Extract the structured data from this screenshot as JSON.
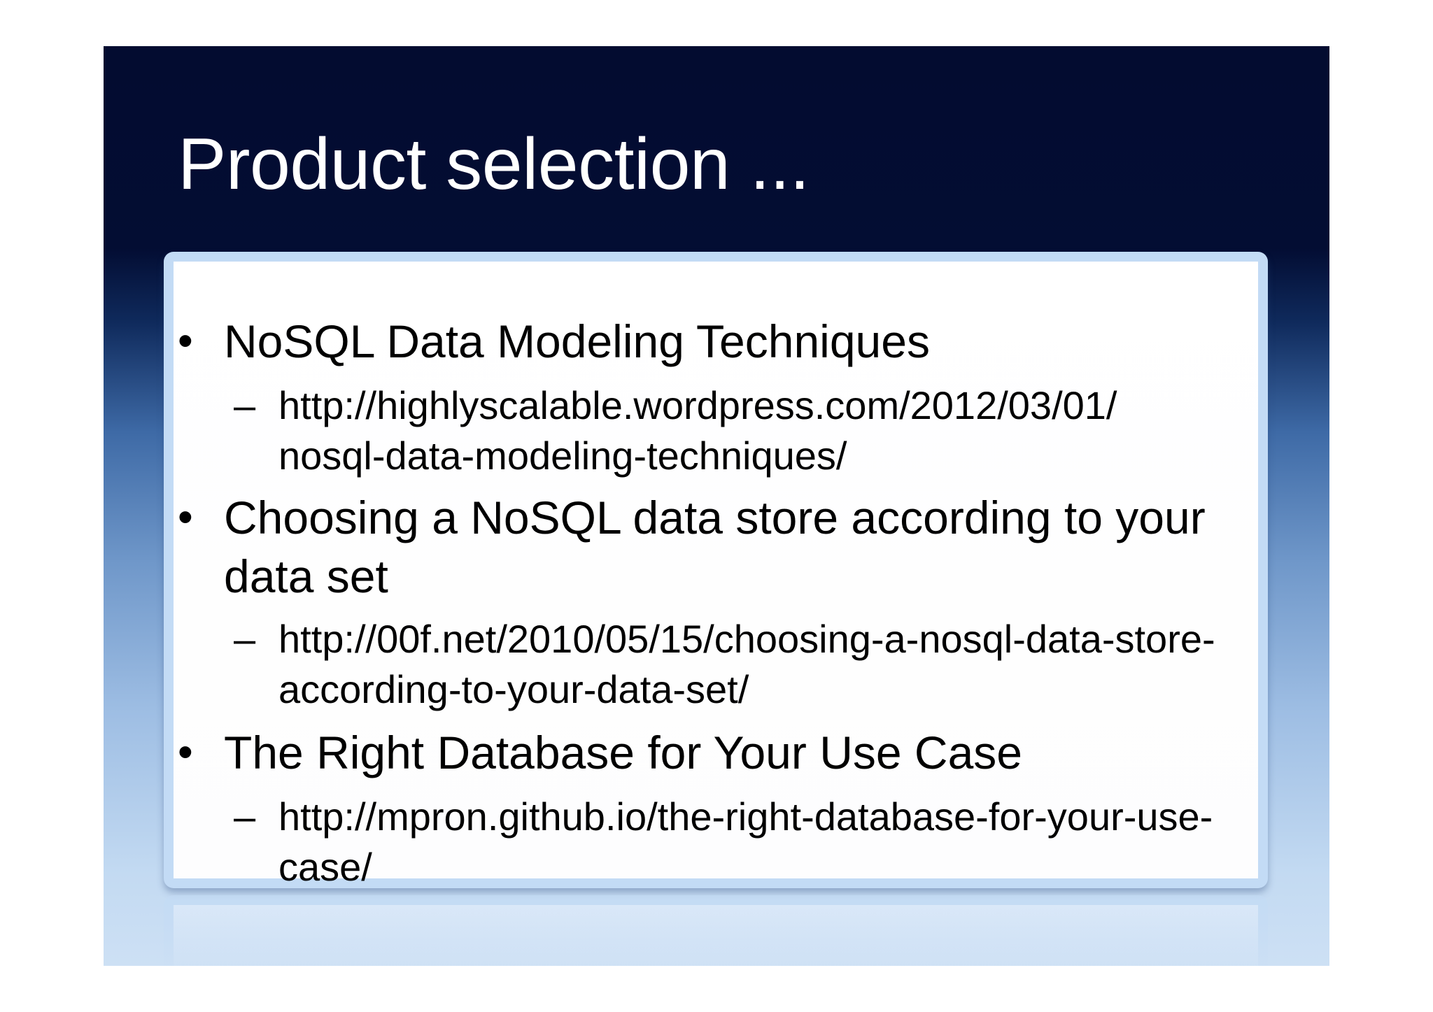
{
  "slide": {
    "title": "Product selection ...",
    "bullets": [
      {
        "text": "NoSQL Data Modeling Techniques",
        "sub_text": "http://highlyscalable.wordpress.com/2012/03/01/\nnosql-data-modeling-techniques/"
      },
      {
        "text": "Choosing a NoSQL data store according to your\ndata set",
        "sub_text": "http://00f.net/2010/05/15/choosing-a-nosql-data-store-\naccording-to-your-data-set/"
      },
      {
        "text": "The Right Database for Your Use Case",
        "sub_text": "http://mpron.github.io/the-right-database-for-your-use-\ncase/"
      }
    ],
    "bullet_symbol": "•",
    "sub_bullet_symbol": "–"
  }
}
